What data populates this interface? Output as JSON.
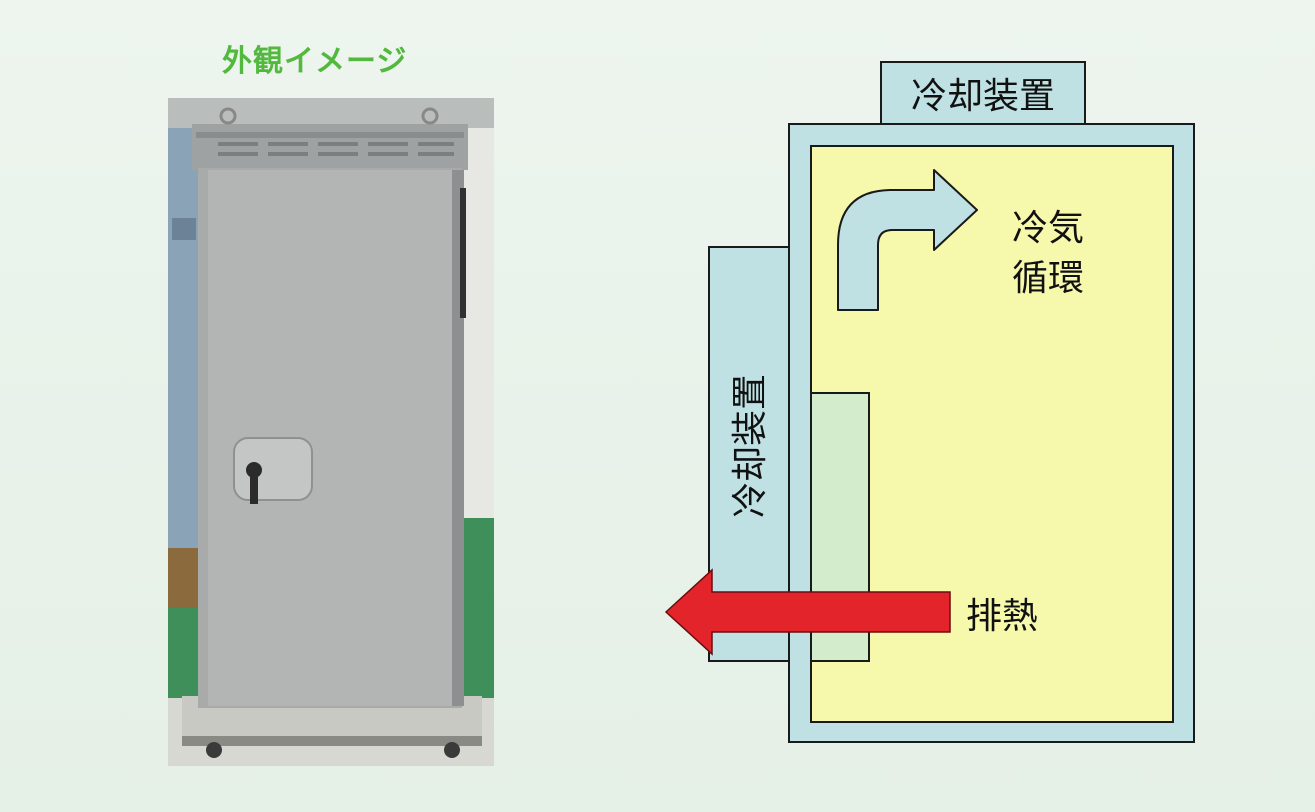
{
  "photo": {
    "title": "外観イメージ",
    "title_color": "#52b83e"
  },
  "diagram": {
    "top_unit_label": "冷却装置",
    "side_unit_label": "冷却装置",
    "circulation_label_line1": "冷気",
    "circulation_label_line2": "循環",
    "exhaust_label": "排熱",
    "colors": {
      "unit_fill": "#bfe1e3",
      "interior_fill": "#f6f9ab",
      "inner_duct_fill": "#d3eccb",
      "circulation_arrow": "#bfe1e3",
      "exhaust_arrow": "#e3242b",
      "outline": "#1a1a1a"
    }
  }
}
